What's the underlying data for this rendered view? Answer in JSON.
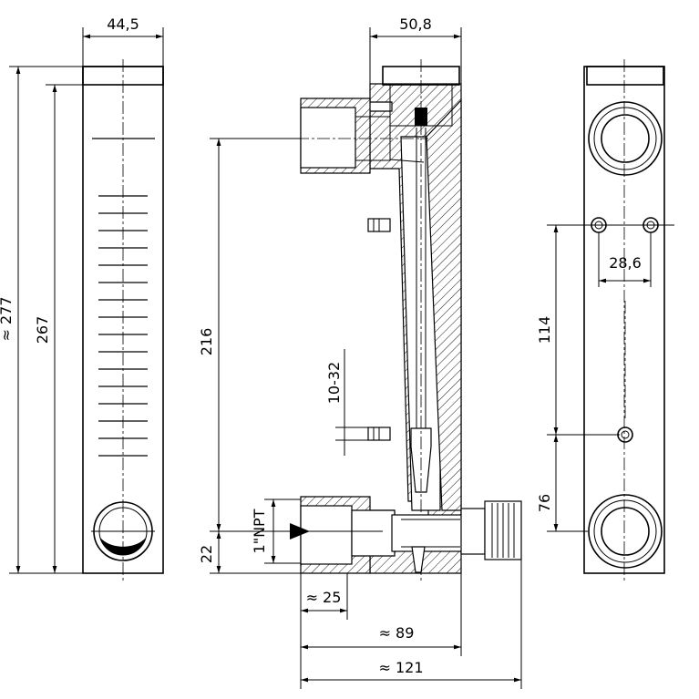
{
  "dimensions": {
    "front_width": "44,5",
    "overall_height": "≈ 277",
    "scale_height": "267",
    "section_width": "50,8",
    "center_distance": "216",
    "bottom_offset": "22",
    "thread_size": "1\"NPT",
    "mount_thread": "10-32",
    "inlet_length": "≈ 25",
    "body_depth": "≈ 89",
    "total_depth": "≈ 121",
    "hole_spacing": "28,6",
    "mount_spacing_vertical": "114",
    "bottom_mount_distance": "76"
  }
}
